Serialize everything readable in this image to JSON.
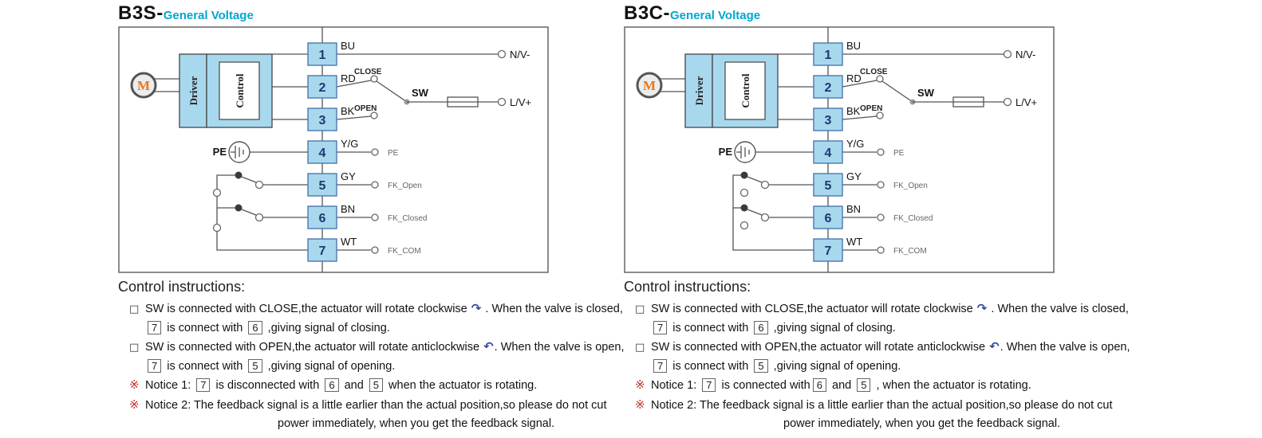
{
  "colors": {
    "accent_cyan": "#00a7cf",
    "terminal_fill": "#a8d8ee",
    "terminal_border": "#4a78b0",
    "motor_orange": "#e87818",
    "notice_red": "#c03028",
    "arrow_blue": "#2c4e9e"
  },
  "panels": [
    {
      "title": "B3S-",
      "subtitle": "General Voltage",
      "motor": "M",
      "driver": "Driver",
      "control": "Control",
      "pe": "PE",
      "sw": "SW",
      "close": "CLOSE",
      "open": "OPEN",
      "terminals": [
        "1",
        "2",
        "3",
        "4",
        "5",
        "6",
        "7"
      ],
      "wires": [
        "BU",
        "RD",
        "BK",
        "Y/G",
        "GY",
        "BN",
        "WT"
      ],
      "right_labels": {
        "nv": "N/V-",
        "lv": "L/V+",
        "pe": "PE",
        "fk_open": "FK_Open",
        "fk_closed": "FK_Closed",
        "fk_com": "FK_COM"
      },
      "instructions": {
        "heading": "Control instructions:",
        "lines": [
          {
            "prefix": "□",
            "indent": 0,
            "segments": [
              {
                "t": "text",
                "v": "SW is connected with CLOSE,the actuator will rotate clockwise "
              },
              {
                "t": "arrow",
                "v": "cw"
              },
              {
                "t": "text",
                "v": " . When the valve is closed,"
              }
            ]
          },
          {
            "prefix": "",
            "indent": 1,
            "segments": [
              {
                "t": "box",
                "v": "7"
              },
              {
                "t": "text",
                "v": " is connect with "
              },
              {
                "t": "box",
                "v": "6"
              },
              {
                "t": "text",
                "v": " ,giving signal of closing."
              }
            ]
          },
          {
            "prefix": "□",
            "indent": 0,
            "segments": [
              {
                "t": "text",
                "v": "SW is connected with OPEN,the actuator will rotate anticlockwise "
              },
              {
                "t": "arrow",
                "v": "ccw"
              },
              {
                "t": "text",
                "v": ". When the valve is open,"
              }
            ]
          },
          {
            "prefix": "",
            "indent": 1,
            "segments": [
              {
                "t": "box",
                "v": "7"
              },
              {
                "t": "text",
                "v": " is connect with "
              },
              {
                "t": "box",
                "v": "5"
              },
              {
                "t": "text",
                "v": " ,giving signal of opening."
              }
            ]
          },
          {
            "prefix": "※",
            "indent": 0,
            "segments": [
              {
                "t": "text",
                "v": "Notice 1: "
              },
              {
                "t": "box",
                "v": "7"
              },
              {
                "t": "text",
                "v": " is disconnected with "
              },
              {
                "t": "box",
                "v": "6"
              },
              {
                "t": "text",
                "v": " and "
              },
              {
                "t": "box",
                "v": "5"
              },
              {
                "t": "text",
                "v": " when the actuator is rotating."
              }
            ]
          },
          {
            "prefix": "※",
            "indent": 0,
            "segments": [
              {
                "t": "text",
                "v": "Notice 2: The feedback signal is a little earlier than the actual position,so please do not cut"
              }
            ]
          },
          {
            "prefix": "",
            "indent": 2,
            "segments": [
              {
                "t": "text",
                "v": "power immediately, when you get the feedback signal."
              }
            ]
          }
        ]
      }
    },
    {
      "title": "B3C-",
      "subtitle": "General Voltage",
      "motor": "M",
      "driver": "Driver",
      "control": "Control",
      "pe": "PE",
      "sw": "SW",
      "close": "CLOSE",
      "open": "OPEN",
      "terminals": [
        "1",
        "2",
        "3",
        "4",
        "5",
        "6",
        "7"
      ],
      "wires": [
        "BU",
        "RD",
        "BK",
        "Y/G",
        "GY",
        "BN",
        "WT"
      ],
      "right_labels": {
        "nv": "N/V-",
        "lv": "L/V+",
        "pe": "PE",
        "fk_open": "FK_Open",
        "fk_closed": "FK_Closed",
        "fk_com": "FK_COM"
      },
      "instructions": {
        "heading": "Control instructions:",
        "lines": [
          {
            "prefix": "□",
            "indent": 0,
            "segments": [
              {
                "t": "text",
                "v": "SW is connected with CLOSE,the actuator will rotate clockwise "
              },
              {
                "t": "arrow",
                "v": "cw"
              },
              {
                "t": "text",
                "v": " . When the valve is closed,"
              }
            ]
          },
          {
            "prefix": "",
            "indent": 1,
            "segments": [
              {
                "t": "box",
                "v": "7"
              },
              {
                "t": "text",
                "v": " is connect with "
              },
              {
                "t": "box",
                "v": "6"
              },
              {
                "t": "text",
                "v": " ,giving signal of closing."
              }
            ]
          },
          {
            "prefix": "□",
            "indent": 0,
            "segments": [
              {
                "t": "text",
                "v": "SW is connected with OPEN,the actuator will rotate anticlockwise "
              },
              {
                "t": "arrow",
                "v": "ccw"
              },
              {
                "t": "text",
                "v": ". When the valve is open,"
              }
            ]
          },
          {
            "prefix": "",
            "indent": 1,
            "segments": [
              {
                "t": "box",
                "v": "7"
              },
              {
                "t": "text",
                "v": " is connect with "
              },
              {
                "t": "box",
                "v": "5"
              },
              {
                "t": "text",
                "v": " ,giving signal of opening."
              }
            ]
          },
          {
            "prefix": "※",
            "indent": 0,
            "segments": [
              {
                "t": "text",
                "v": "Notice 1: "
              },
              {
                "t": "box",
                "v": "7"
              },
              {
                "t": "text",
                "v": " is  connected with"
              },
              {
                "t": "box",
                "v": "6"
              },
              {
                "t": "text",
                "v": " and "
              },
              {
                "t": "box",
                "v": "5"
              },
              {
                "t": "text",
                "v": " , when the actuator is rotating."
              }
            ]
          },
          {
            "prefix": "※",
            "indent": 0,
            "segments": [
              {
                "t": "text",
                "v": "Notice 2: The feedback signal is a little earlier than the actual position,so please do not cut"
              }
            ]
          },
          {
            "prefix": "",
            "indent": 2,
            "segments": [
              {
                "t": "text",
                "v": "power immediately, when you get the feedback signal."
              }
            ]
          }
        ]
      }
    }
  ]
}
